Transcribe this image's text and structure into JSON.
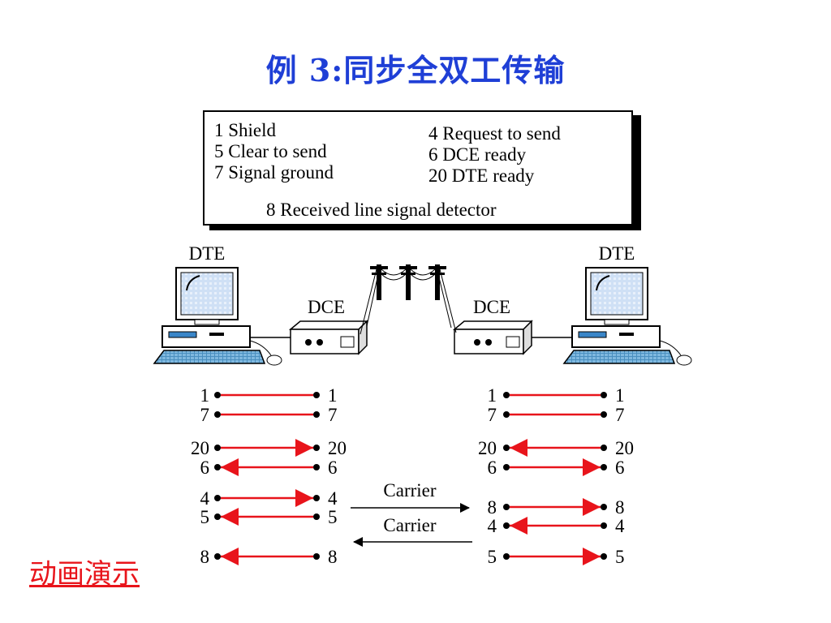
{
  "title": "例 3:同步全双工传输",
  "legend": {
    "pin_1": "1 Shield",
    "pin_5": "5 Clear to send",
    "pin_7": "7 Signal ground",
    "pin_4": "4 Request to send",
    "pin_6": "6 DCE ready",
    "pin_20": "20 DTE ready",
    "pin_8": "8 Received line signal detector"
  },
  "devices": {
    "dte_left": "DTE",
    "dte_right": "DTE",
    "dce_left": "DCE",
    "dce_right": "DCE"
  },
  "carrier_top": "Carrier",
  "carrier_bottom": "Carrier",
  "left_pins": {
    "a": [
      "1",
      "7",
      "20",
      "6",
      "4",
      "5",
      "8"
    ],
    "b": [
      "1",
      "7",
      "20",
      "6",
      "4",
      "5",
      "8"
    ]
  },
  "right_pins": {
    "a": [
      "1",
      "7",
      "20",
      "6",
      "8",
      "4",
      "5"
    ],
    "b": [
      "1",
      "7",
      "20",
      "6",
      "8",
      "4",
      "5"
    ]
  },
  "animation_link": "动画演示",
  "colors": {
    "title": "#1f3fd6",
    "signal_line": "#e8141b",
    "link": "#e8141b"
  }
}
